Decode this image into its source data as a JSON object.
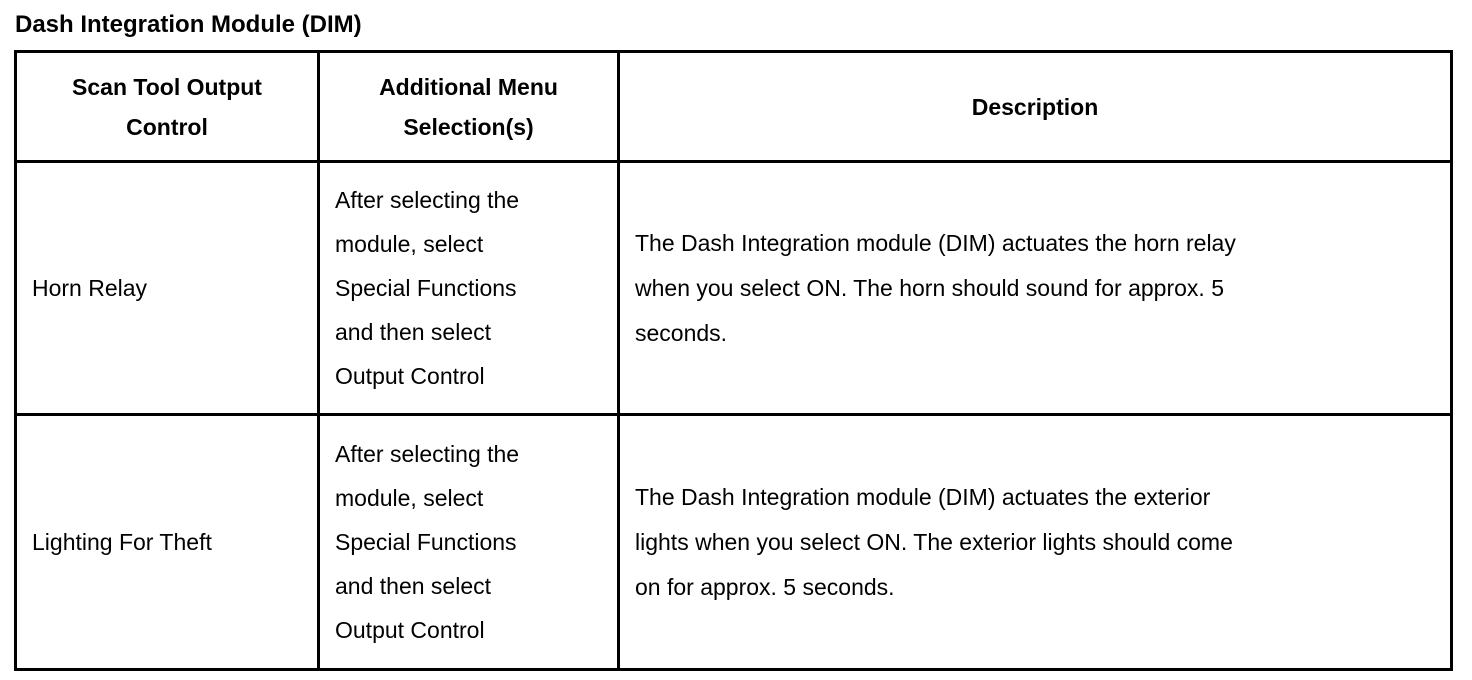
{
  "page": {
    "title": "Dash Integration Module (DIM)"
  },
  "table": {
    "headers": {
      "output_control": "Scan Tool Output\nControl",
      "menu_selection": "Additional Menu\nSelection(s)",
      "description": "Description"
    },
    "rows": [
      {
        "output_control": "Horn Relay",
        "menu_selection": "After selecting the\nmodule, select\nSpecial Functions\nand then select\nOutput Control",
        "description": "The Dash Integration module (DIM) actuates the horn relay\nwhen you select ON. The horn should sound for approx. 5\nseconds."
      },
      {
        "output_control": "Lighting For Theft",
        "menu_selection": "After selecting the\nmodule, select\nSpecial Functions\nand then select\nOutput Control",
        "description": "The Dash Integration module (DIM) actuates the exterior\nlights when you select ON. The exterior lights should come\non for approx. 5 seconds."
      }
    ]
  }
}
